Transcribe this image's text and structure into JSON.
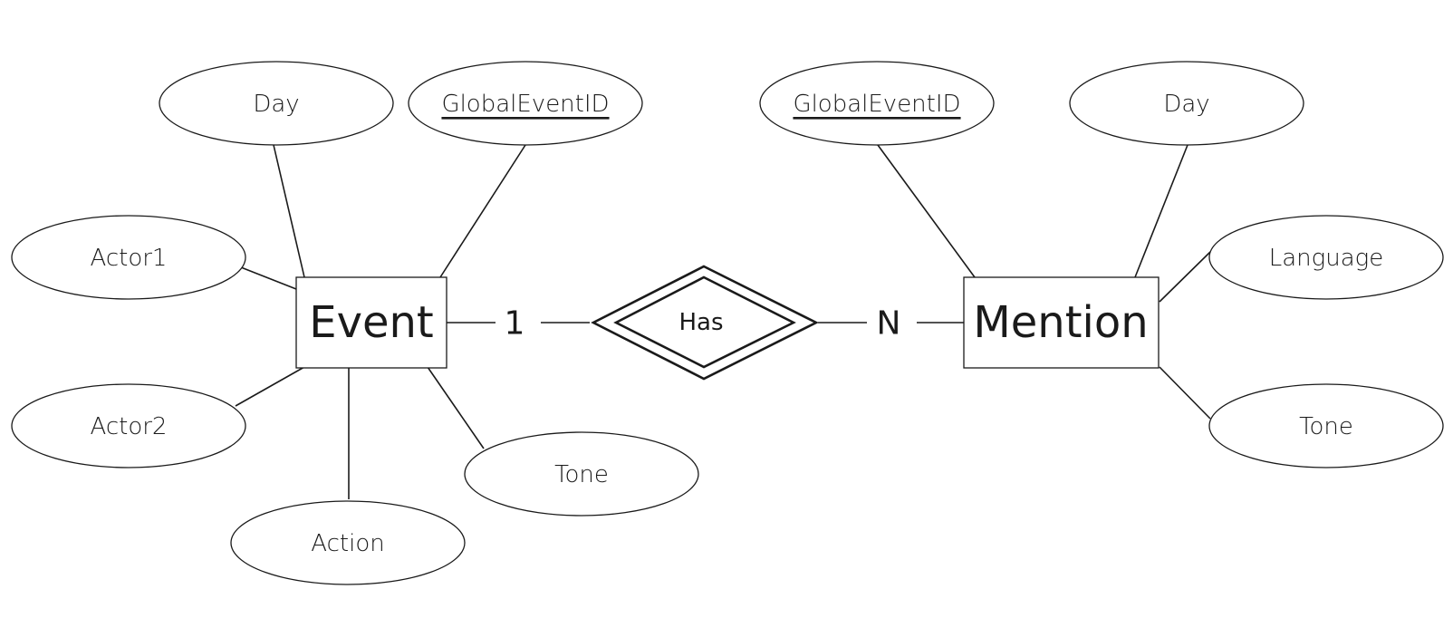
{
  "diagram": {
    "entities": {
      "event": {
        "label": "Event"
      },
      "mention": {
        "label": "Mention"
      }
    },
    "relationship": {
      "label": "Has"
    },
    "cardinality": {
      "event_side": "1",
      "mention_side": "N"
    },
    "event_attributes": {
      "day": {
        "label": "Day"
      },
      "global_event_id": {
        "label": "GlobalEventID",
        "is_key": true
      },
      "actor1": {
        "label": "Actor1"
      },
      "actor2": {
        "label": "Actor2"
      },
      "action": {
        "label": "Action"
      },
      "tone": {
        "label": "Tone"
      }
    },
    "mention_attributes": {
      "global_event_id": {
        "label": "GlobalEventID",
        "is_key": true
      },
      "day": {
        "label": "Day"
      },
      "language": {
        "label": "Language"
      },
      "tone": {
        "label": "Tone"
      }
    }
  }
}
